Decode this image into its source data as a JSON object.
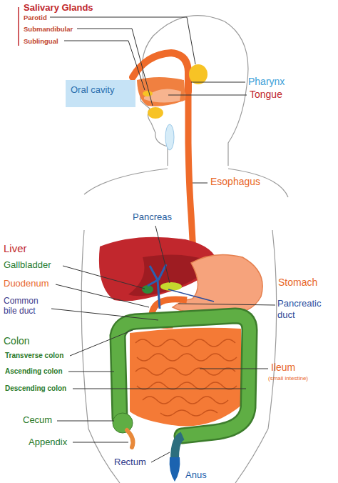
{
  "diagram": {
    "nodes": [
      {
        "text": [
          "Oral cavity"
        ]
      }
    ],
    "labels": [
      "Salivary Glands",
      "Parotid",
      "Submandibular",
      "Sublingual",
      "Pharynx",
      "Tongue",
      "Esophagus",
      "Pancreas",
      "Liver",
      "Gallbladder",
      "Duodenum",
      "Common bile duct",
      "Stomach",
      "Pancreatic duct",
      "Colon",
      "Transverse colon",
      "Ascending colon",
      "Descending colon",
      "Ileum",
      "(small intestine)",
      "Cecum",
      "Appendix",
      "Rectum",
      "Anus"
    ]
  }
}
